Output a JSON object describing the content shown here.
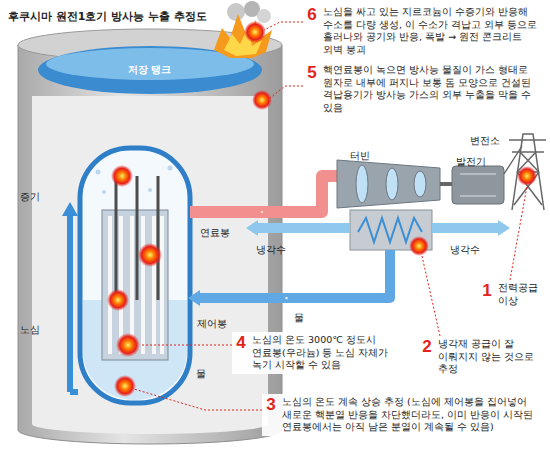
{
  "diagram": {
    "title": "후쿠시마 원전1호기 방사능 누출 추정도",
    "nodes": [
      {
        "text": [
          "6",
          "노심을 싸고 있는 지르코늄이 수증기와 반응해 수소를 다량 생성, 이 수소가 격납고 외부 등으로 흘러나와 공기와 반응, 폭발 → 원전 콘크리트 외벽 붕괴"
        ]
      },
      {
        "text": [
          "5",
          "핵연료봉이 녹으면 방사능 물질이 가스 형태로 원자로 내부에 퍼지나 보통 돔 모양으로 건설된 격납용기가 방사능 가스의 외부 누출을 막을 수 있음"
        ]
      },
      {
        "text": [
          "1",
          "전력공급 이상"
        ]
      },
      {
        "text": [
          "4",
          "노심의 온도 3000℃ 정도시 연료봉(우라늄) 등 노심 자체가 녹기 시작할 수 있음"
        ]
      },
      {
        "text": [
          "2",
          "냉각재 공급이 잘 이뤄지지 않는 것으로 추정"
        ]
      },
      {
        "text": [
          "3",
          "노심의 온도 계속 상승 추정 (노심에 제어봉을 집어넣어 새로운 핵분열 반응을 차단했더라도, 이미 반응이 시작된 연료봉에서는 아직 남은 분열이 계속될 수 있음)"
        ]
      }
    ],
    "labels": [
      "저장 탱크",
      "증기",
      "연료봉",
      "노심",
      "제어봉",
      "물",
      "냉각수",
      "냉각수",
      "물",
      "터빈",
      "발전기",
      "변전소"
    ]
  }
}
